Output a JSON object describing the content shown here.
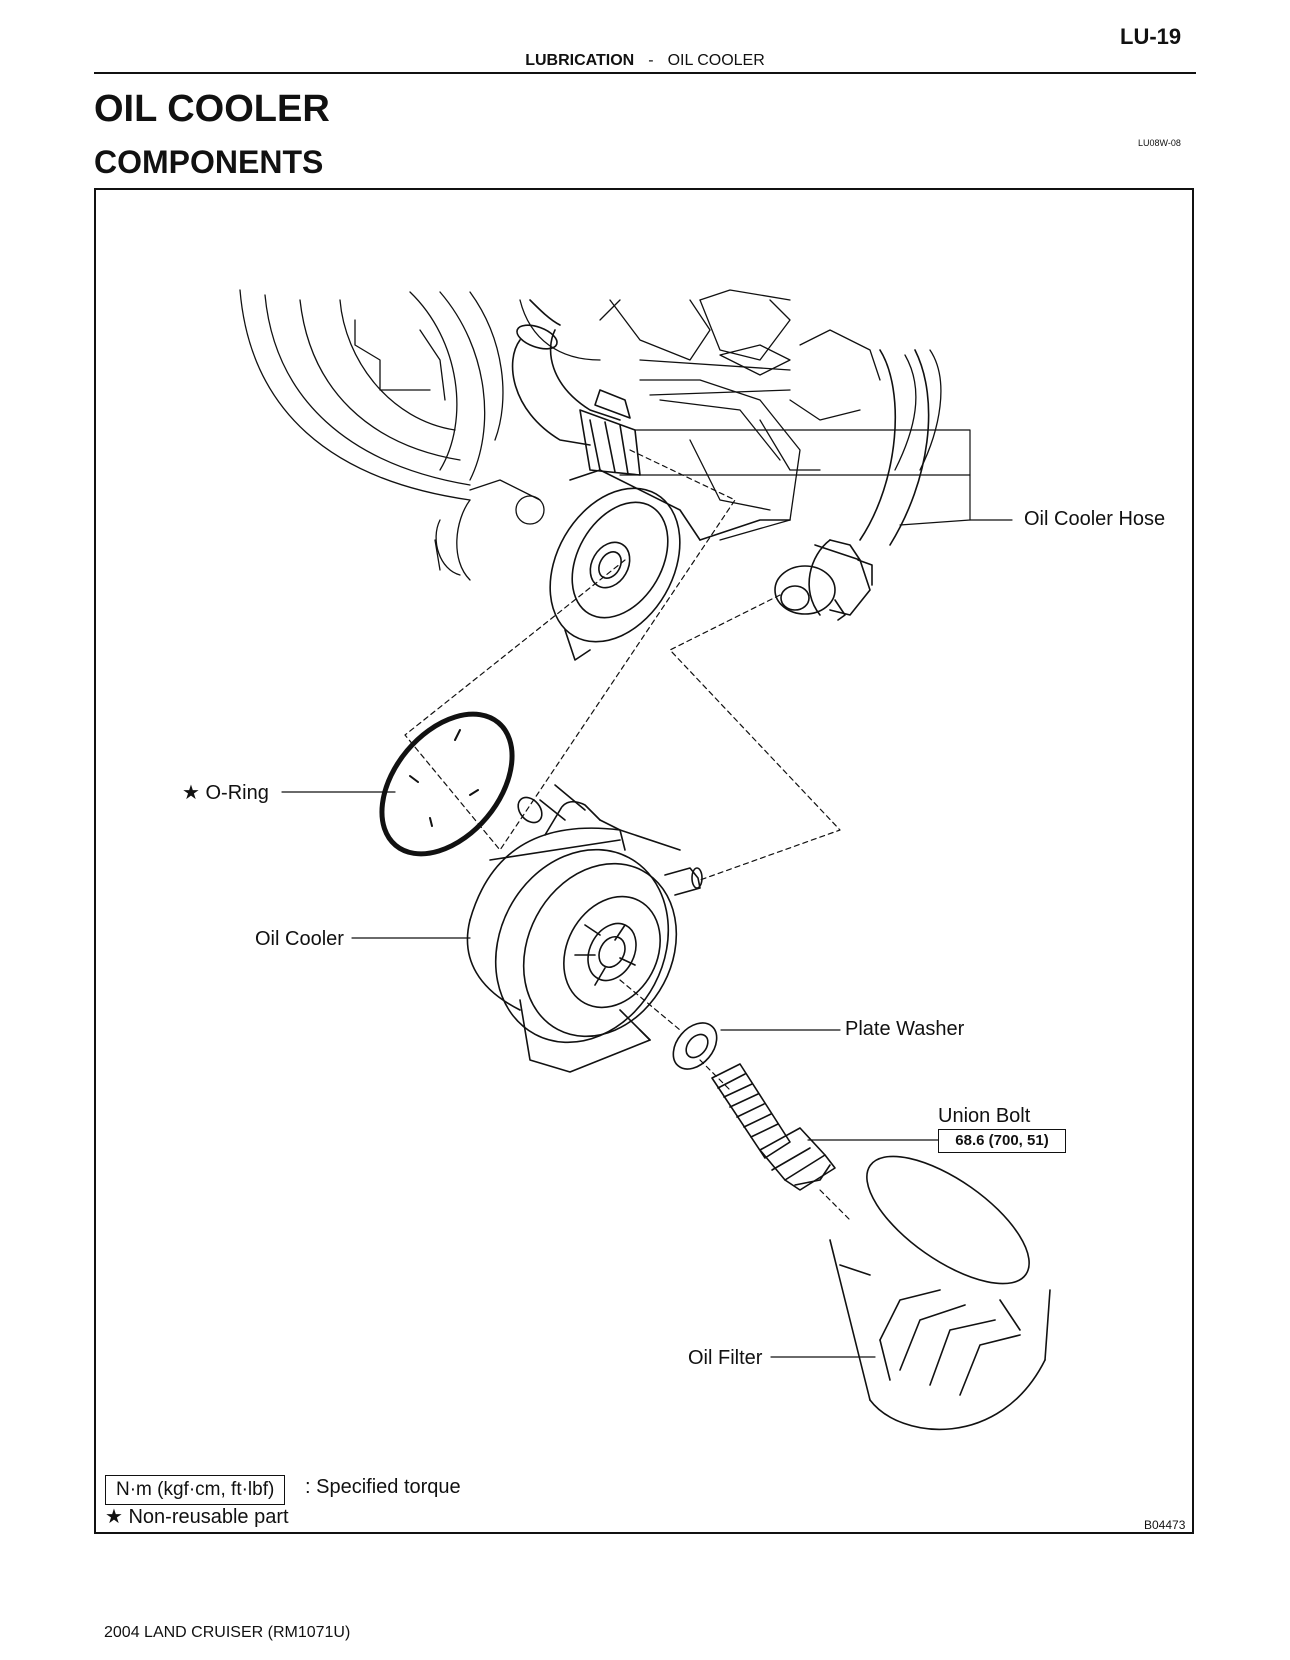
{
  "header": {
    "page_number": "LU-19",
    "section": "LUBRICATION",
    "separator": "-",
    "subsection": "OIL COOLER"
  },
  "title": "OIL COOLER",
  "subtitle": "COMPONENTS",
  "doc_code": "LU08W-08",
  "figure": {
    "code": "B04473",
    "labels": {
      "oil_cooler_hose": "Oil Cooler Hose",
      "o_ring": "★ O-Ring",
      "oil_cooler": "Oil Cooler",
      "plate_washer": "Plate Washer",
      "union_bolt": "Union Bolt",
      "union_bolt_torque": "68.6 (700, 51)",
      "oil_filter": "Oil Filter"
    },
    "legend": {
      "torque_unit": "N·m (kgf·cm, ft·lbf)",
      "torque_desc": ": Specified torque",
      "non_reusable": "★ Non-reusable part"
    }
  },
  "footer": "2004 LAND CRUISER   (RM1071U)"
}
